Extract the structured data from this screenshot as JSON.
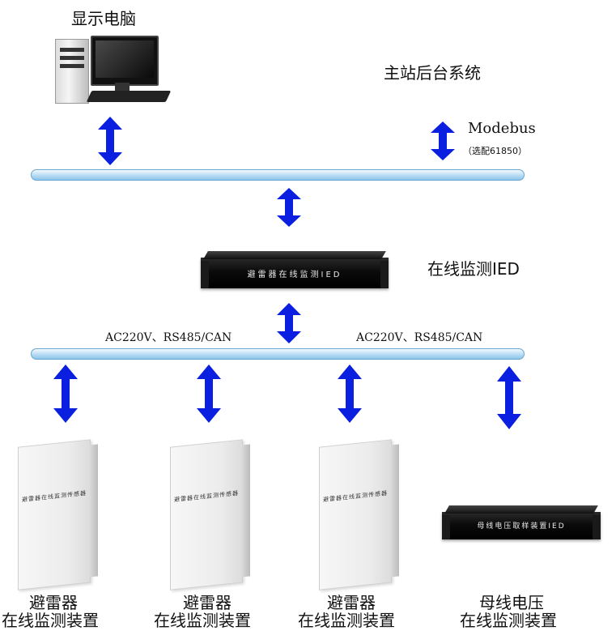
{
  "labels": {
    "display_pc": "显示电脑",
    "master_system": "主站后台系统",
    "modebus": "Modebus",
    "modebus_note": "（选配61850）",
    "ied": "在线监测IED",
    "bus_left": "AC220V、RS485/CAN",
    "bus_right": "AC220V、RS485/CAN"
  },
  "ied_device_text": "避雷器在线监测IED",
  "sensor_device_text": "避雷器在线监测传感器",
  "busbar_device_text": "母线电压取样装置IED",
  "bottom_devices": [
    {
      "line1": "避雷器",
      "line2": "在线监测装置"
    },
    {
      "line1": "避雷器",
      "line2": "在线监测装置"
    },
    {
      "line1": "避雷器",
      "line2": "在线监测装置"
    },
    {
      "line1": "母线电压",
      "line2": "在线监测装置"
    }
  ],
  "colors": {
    "arrow": "#0a1fe0",
    "bus_fill": "#b8dcf4",
    "bus_border": "#6aa6cf"
  }
}
